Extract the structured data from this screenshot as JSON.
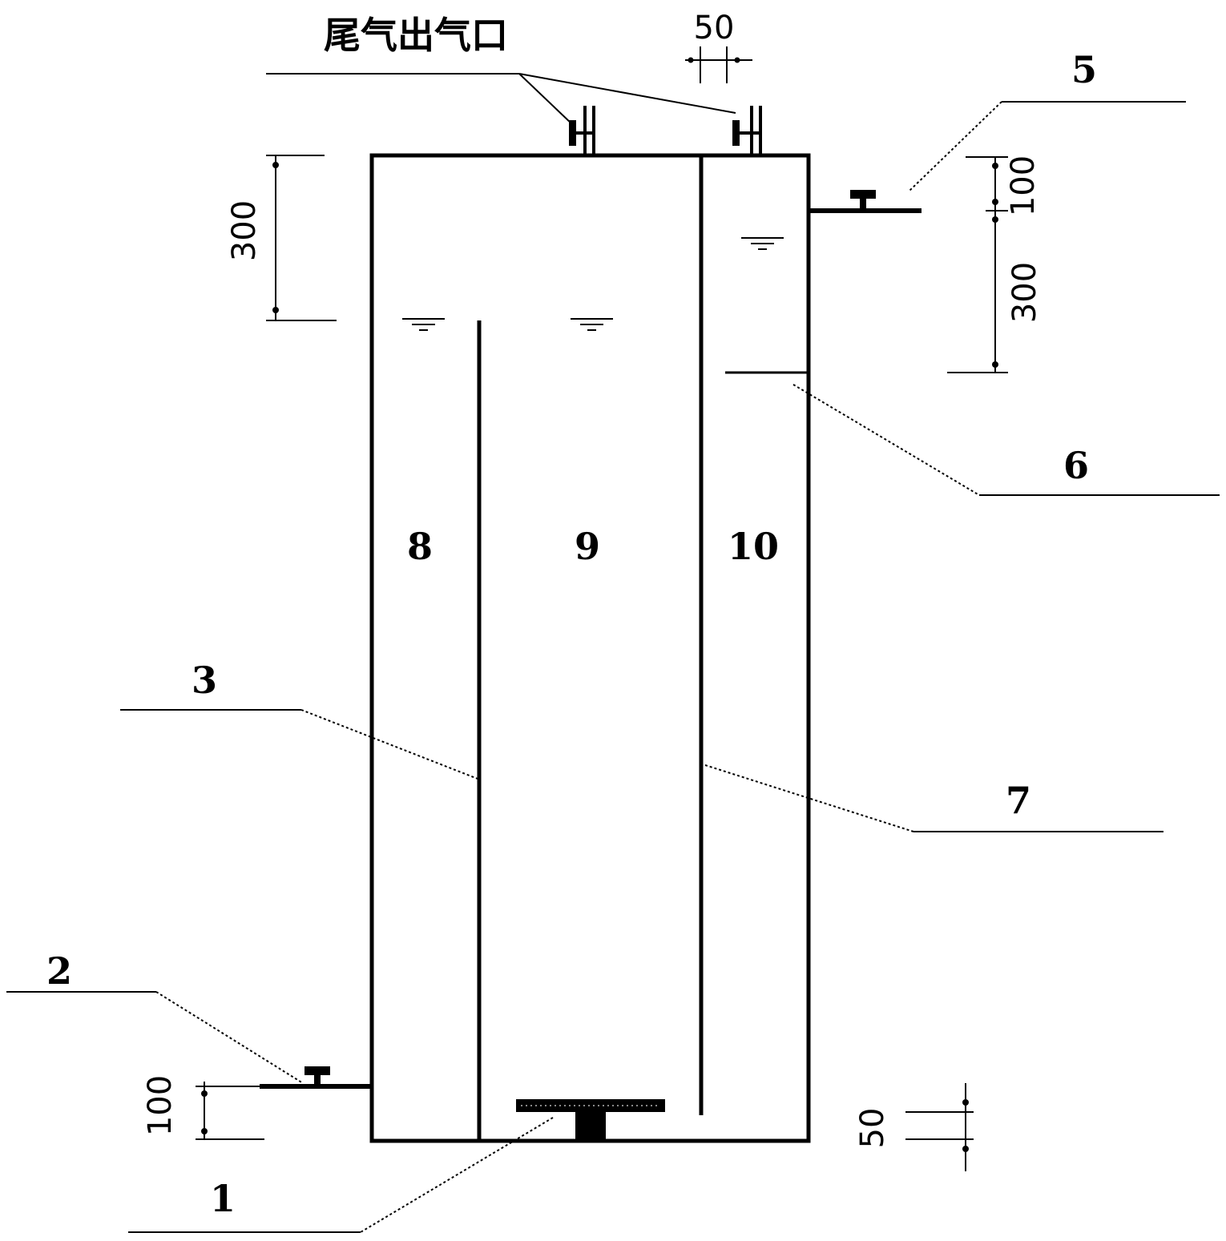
{
  "title": "尾气出气口",
  "dimensions": {
    "top_spacing": "50",
    "left_top_depth": "300",
    "right_top_offset": "100",
    "right_depth": "300",
    "left_bottom_height": "100",
    "bottom_gap": "50"
  },
  "labels": {
    "l1": "1",
    "l2": "2",
    "l3": "3",
    "l5": "5",
    "l6": "6",
    "l7": "7",
    "c8": "8",
    "c9": "9",
    "c10": "10"
  },
  "colors": {
    "line": "#000000",
    "background": "#ffffff"
  }
}
